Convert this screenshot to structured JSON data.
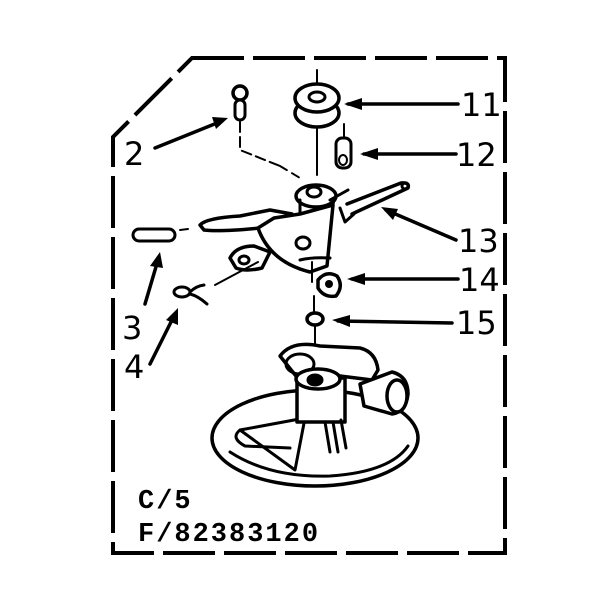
{
  "diagram": {
    "type": "exploded-parts-diagram",
    "frame_style": "dashed border with clipped top-left corner",
    "callouts": [
      {
        "id": "2",
        "label": "2"
      },
      {
        "id": "3",
        "label": "3"
      },
      {
        "id": "4",
        "label": "4"
      },
      {
        "id": "11",
        "label": "11"
      },
      {
        "id": "12",
        "label": "12"
      },
      {
        "id": "13",
        "label": "13"
      },
      {
        "id": "14",
        "label": "14"
      },
      {
        "id": "15",
        "label": "15"
      }
    ],
    "parts": [
      {
        "callout": "2",
        "icon": "screw-icon"
      },
      {
        "callout": "3",
        "icon": "pin-icon"
      },
      {
        "callout": "4",
        "icon": "clip-icon"
      },
      {
        "callout": "11",
        "icon": "pulley-icon"
      },
      {
        "callout": "12",
        "icon": "bushing-icon"
      },
      {
        "callout": "13",
        "icon": "link-rod-icon"
      },
      {
        "callout": "14",
        "icon": "bracket-icon"
      },
      {
        "callout": "15",
        "icon": "washer-icon"
      }
    ],
    "code_lines": {
      "line1": "C/5",
      "line2": "F/82383120"
    }
  }
}
